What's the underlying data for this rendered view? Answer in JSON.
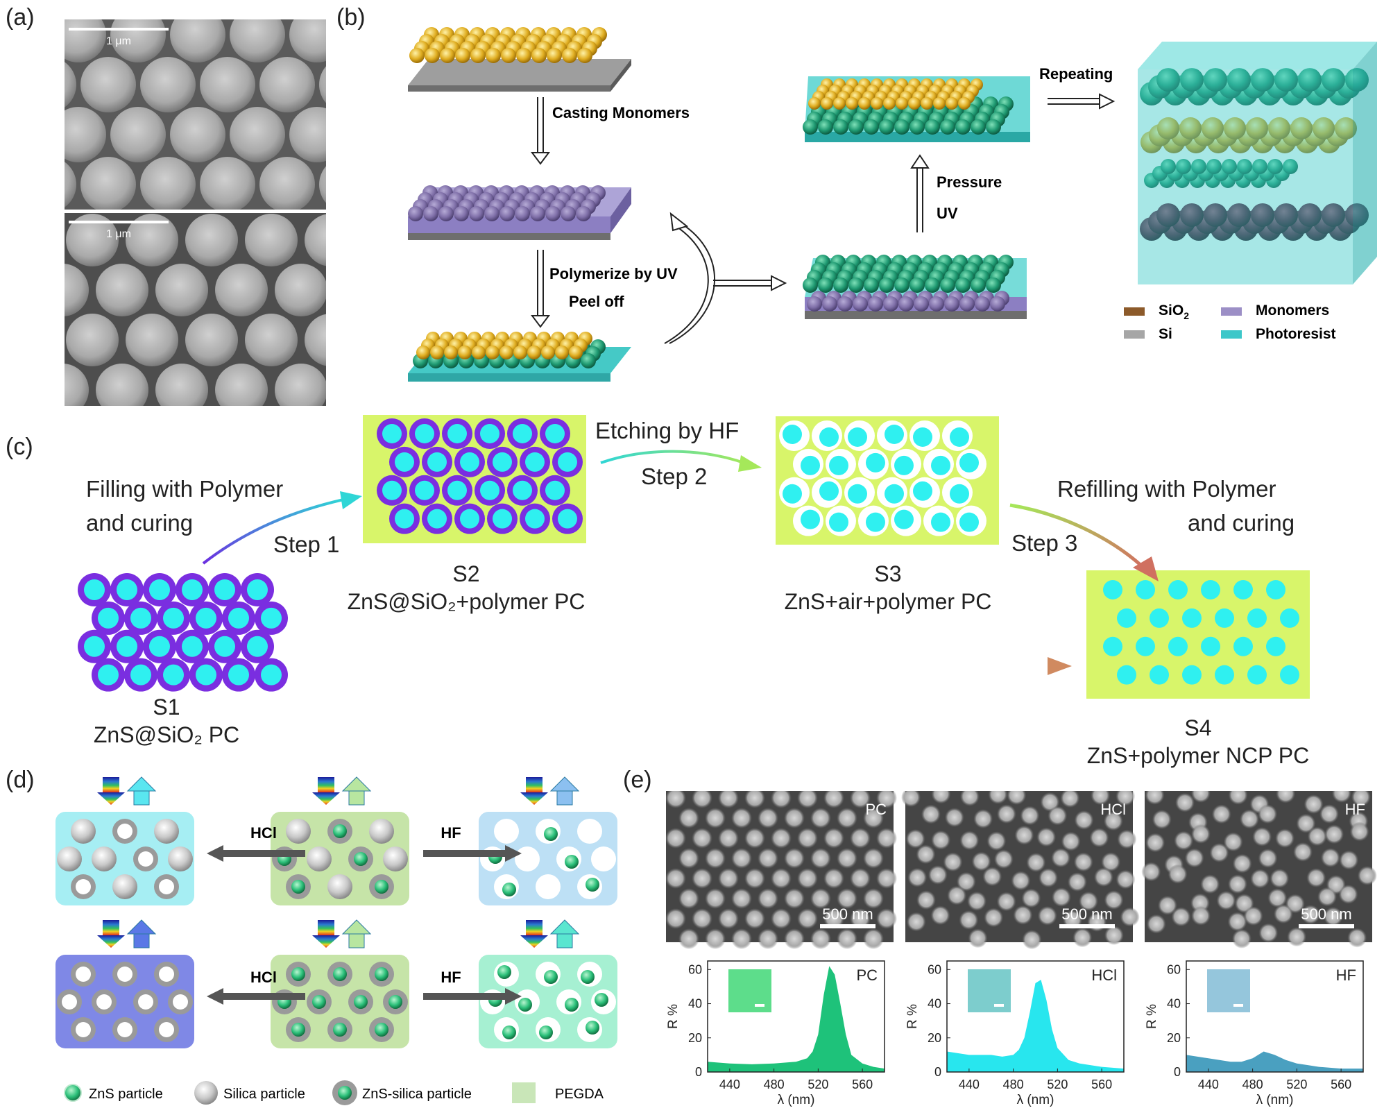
{
  "panel_a": {
    "label": "(a)",
    "scale_top": "1 μm",
    "scale_bottom": "1 μm"
  },
  "panel_b": {
    "label": "(b)",
    "steps": {
      "casting": "Casting Monomers",
      "polymerize": "Polymerize by UV",
      "peel": "Peel off",
      "pressure": "Pressure",
      "uv": "UV",
      "repeating": "Repeating"
    },
    "legend": {
      "sio2": "SiO",
      "sio2_sub": "2",
      "si": "Si",
      "monomers": "Monomers",
      "photoresist": "Photoresist"
    },
    "colors": {
      "sio2": "#d9b02a",
      "si": "#a6a6a6",
      "monomers": "#9c8fc6",
      "photoresist": "#3cc7c9"
    }
  },
  "panel_c": {
    "label": "(c)",
    "filling": "Filling with Polymer",
    "filling2": "and curing",
    "step1": "Step 1",
    "etching": "Etching by HF",
    "step2": "Step 2",
    "refilling": "Refilling with Polymer",
    "refilling2": "and curing",
    "step3": "Step 3",
    "s1": "S1",
    "s1_desc": "ZnS@SiO₂ PC",
    "s2": "S2",
    "s2_desc": "ZnS@SiO₂+polymer PC",
    "s3": "S3",
    "s3_desc": "ZnS+air+polymer PC",
    "s4": "S4",
    "s4_desc": "ZnS+polymer NCP PC",
    "colors": {
      "shell": "#7a2ee0",
      "core": "#2ff0f0",
      "matrix": "#d8f56a"
    }
  },
  "panel_d": {
    "label": "(d)",
    "hcl": "HCl",
    "hf": "HF",
    "legend": {
      "zns": "ZnS particle",
      "silica": "Silica particle",
      "znssilica": "ZnS-silica particle",
      "pegda": "PEGDA"
    }
  },
  "panel_e": {
    "label": "(e)",
    "sem": [
      {
        "tag": "PC",
        "scale": "500 nm"
      },
      {
        "tag": "HCl",
        "scale": "500 nm"
      },
      {
        "tag": "HF",
        "scale": "500 nm"
      }
    ],
    "ylabel": "R %",
    "xlabel": "λ (nm)"
  },
  "chart_data": [
    {
      "type": "area",
      "title": "PC",
      "xlabel": "λ (nm)",
      "ylabel": "R %",
      "xlim": [
        420,
        580
      ],
      "ylim": [
        0,
        65
      ],
      "xticks": [
        440,
        480,
        520,
        560
      ],
      "yticks": [
        0,
        20,
        40,
        60
      ],
      "color": "#1ec27a",
      "x": [
        420,
        440,
        460,
        480,
        500,
        510,
        515,
        520,
        525,
        530,
        535,
        540,
        545,
        550,
        560,
        570,
        580
      ],
      "y": [
        6,
        5,
        4.5,
        5,
        6,
        8,
        12,
        22,
        45,
        62,
        57,
        40,
        22,
        10,
        5,
        3,
        2
      ]
    },
    {
      "type": "area",
      "title": "HCl",
      "xlabel": "λ (nm)",
      "ylabel": "R %",
      "xlim": [
        420,
        580
      ],
      "ylim": [
        0,
        65
      ],
      "xticks": [
        440,
        480,
        520,
        560
      ],
      "yticks": [
        0,
        20,
        40,
        60
      ],
      "color": "#28e6ee",
      "x": [
        420,
        440,
        460,
        470,
        480,
        485,
        490,
        495,
        500,
        505,
        510,
        515,
        520,
        530,
        540,
        560,
        580
      ],
      "y": [
        12,
        10,
        10,
        9,
        10,
        13,
        20,
        35,
        52,
        54,
        42,
        25,
        14,
        7,
        5,
        3,
        2
      ]
    },
    {
      "type": "area",
      "title": "HF",
      "xlabel": "λ (nm)",
      "ylabel": "R %",
      "xlim": [
        420,
        580
      ],
      "ylim": [
        0,
        65
      ],
      "xticks": [
        440,
        480,
        520,
        560
      ],
      "yticks": [
        0,
        20,
        40,
        60
      ],
      "color": "#4aa0c0",
      "x": [
        420,
        440,
        460,
        470,
        480,
        485,
        490,
        495,
        500,
        510,
        520,
        530,
        540,
        560,
        580
      ],
      "y": [
        10,
        8,
        6,
        6,
        8,
        10,
        12,
        11,
        10,
        7,
        5,
        4,
        3,
        2,
        2
      ]
    }
  ]
}
